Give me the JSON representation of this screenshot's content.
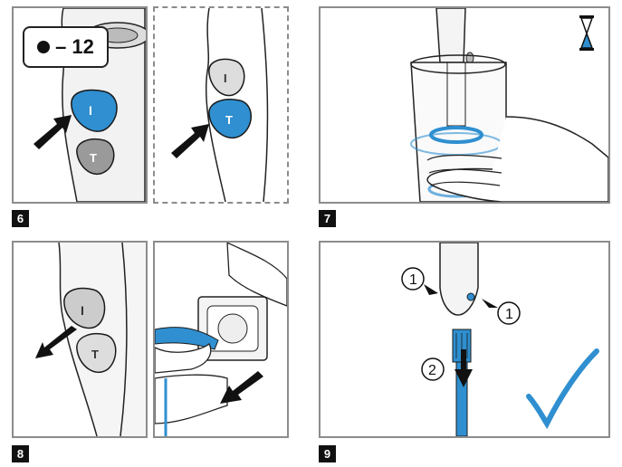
{
  "steps": [
    {
      "label": "6"
    },
    {
      "label": "7"
    },
    {
      "label": "8"
    },
    {
      "label": "9"
    }
  ],
  "speed_callout": {
    "text": "– 12"
  },
  "callouts": {
    "one": "1",
    "two": "2"
  },
  "colors": {
    "accent": "#2f8fd0",
    "line": "#1a1a1a",
    "frame": "#8c8c8c"
  }
}
